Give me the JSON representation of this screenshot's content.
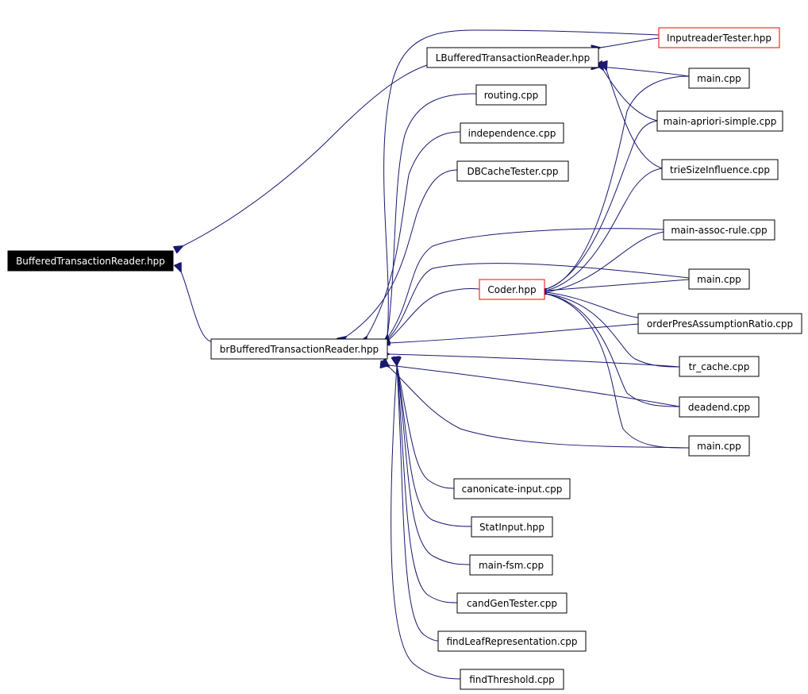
{
  "colors": {
    "edge": "#191970",
    "root_fill": "#000000",
    "highlight_border": "#ff0000"
  },
  "nodes": {
    "bufferedTransactionReader": "BufferedTransactionReader.hpp",
    "lBufferedTransactionReader": "LBufferedTransactionReader.hpp",
    "brBufferedTransactionReader": "brBufferedTransactionReader.hpp",
    "inputreaderTester": "InputreaderTester.hpp",
    "mainCpp1": "main.cpp",
    "mainAprioriSimple": "main-apriori-simple.cpp",
    "trieSizeInfluence": "trieSizeInfluence.cpp",
    "mainAssocRule": "main-assoc-rule.cpp",
    "mainCpp2": "main.cpp",
    "coderHpp": "Coder.hpp",
    "orderPresAssumptionRatio": "orderPresAssumptionRatio.cpp",
    "trCache": "tr_cache.cpp",
    "deadend": "deadend.cpp",
    "mainCpp3": "main.cpp",
    "routing": "routing.cpp",
    "independence": "independence.cpp",
    "dbCacheTester": "DBCacheTester.cpp",
    "canonicateInput": "canonicate-input.cpp",
    "statInput": "StatInput.hpp",
    "mainFsm": "main-fsm.cpp",
    "candGenTester": "candGenTester.cpp",
    "findLeafRepresentation": "findLeafRepresentation.cpp",
    "findThreshold": "findThreshold.cpp"
  }
}
